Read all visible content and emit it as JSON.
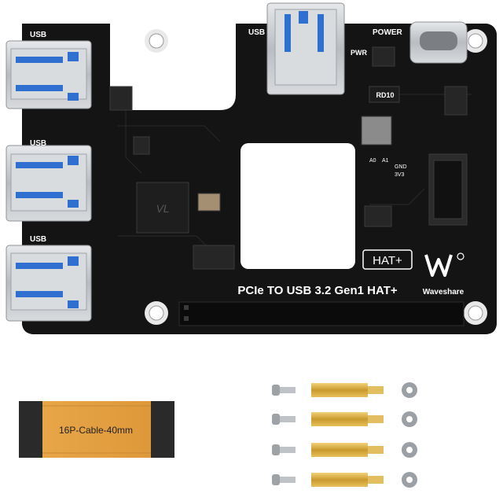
{
  "board": {
    "title": "PCIe TO USB 3.2 Gen1 HAT+",
    "brand": "Waveshare",
    "hat_badge": "HAT+",
    "power_label": "POWER",
    "pwr_label": "PWR",
    "usb_labels": [
      "USB",
      "USB",
      "USB",
      "USB"
    ],
    "chip_marking": "RD10",
    "addr_labels": [
      "A0",
      "A1"
    ],
    "pin_labels": [
      "GND",
      "3V3"
    ]
  },
  "accessories": {
    "cable_label": "16P-Cable-40mm"
  },
  "colors": {
    "pcb": "#141414",
    "usb_metal": "#c9ccd0",
    "usb_blue": "#2f6fd0",
    "cable": "#e3a04a",
    "brass": "#d4a83c"
  }
}
